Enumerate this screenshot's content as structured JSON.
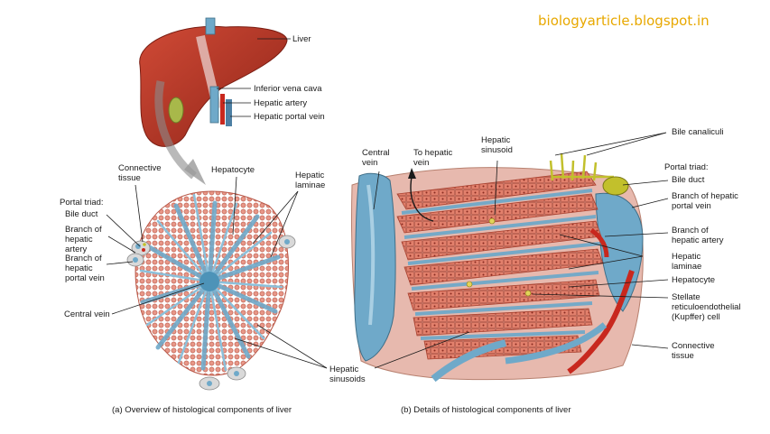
{
  "watermark": "biologyarticle.blogspot.in",
  "panel_a": {
    "caption": "(a) Overview of histological components of liver",
    "labels": {
      "liver": "Liver",
      "ivc": "Inferior vena cava",
      "hepatic_artery": "Hepatic artery",
      "hepatic_portal_vein": "Hepatic portal vein",
      "connective_tissue": "Connective tissue",
      "hepatocyte": "Hepatocyte",
      "hepatic_laminae": "Hepatic laminae",
      "portal_triad": "Portal triad:",
      "bile_duct": "Bile duct",
      "branch_artery": "Branch of hepatic artery",
      "branch_portal": "Branch of hepatic portal vein",
      "central_vein": "Central vein",
      "hepatic_sinusoids": "Hepatic sinusoids"
    }
  },
  "panel_b": {
    "caption": "(b) Details of histological components of liver",
    "labels": {
      "central_vein": "Central vein",
      "to_hepatic_vein": "To hepatic vein",
      "hepatic_sinusoid": "Hepatic sinusoid",
      "bile_canaliculi": "Bile canaliculi",
      "portal_triad": "Portal triad:",
      "bile_duct": "Bile duct",
      "branch_portal": "Branch of hepatic portal vein",
      "branch_artery": "Branch of hepatic artery",
      "hepatic_laminae": "Hepatic laminae",
      "hepatocyte": "Hepatocyte",
      "kupffer": "Stellate reticuloendothelial (Kupffer) cell",
      "connective_tissue": "Connective tissue"
    }
  },
  "colors": {
    "liver": "#b83a2a",
    "tissue": "#e5897a",
    "blue": "#6fa9c9",
    "light_blue": "#a9cfe3",
    "artery": "#c8281e",
    "bile": "#c2c02c",
    "watermark": "#e8a800"
  }
}
